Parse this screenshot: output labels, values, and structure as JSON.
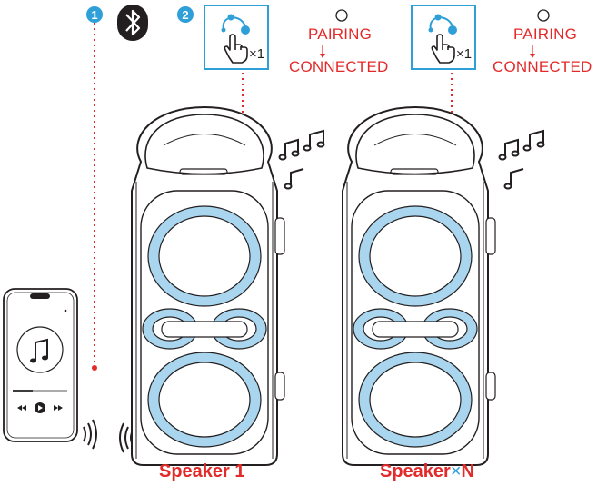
{
  "steps": {
    "step1": "1",
    "step2": "2"
  },
  "button_press": {
    "count": "×1"
  },
  "status": {
    "pairing": "PAIRING",
    "connected": "CONNECTED"
  },
  "speakers": {
    "left_label": "Speaker 1",
    "right_label_prefix": "Speaker",
    "right_label_mult": "×",
    "right_label_n": "N"
  },
  "icons": {
    "bluetooth": "bluetooth-icon",
    "party_link": "party-link-icon",
    "hand_press": "hand-press-icon",
    "music_note": "music-note-icon",
    "signal_waves": "signal-waves-icon"
  },
  "colors": {
    "accent_blue": "#2f9fd8",
    "light_blue": "#a9d6ee",
    "status_red": "#e32a2a",
    "outline": "#231f20"
  }
}
